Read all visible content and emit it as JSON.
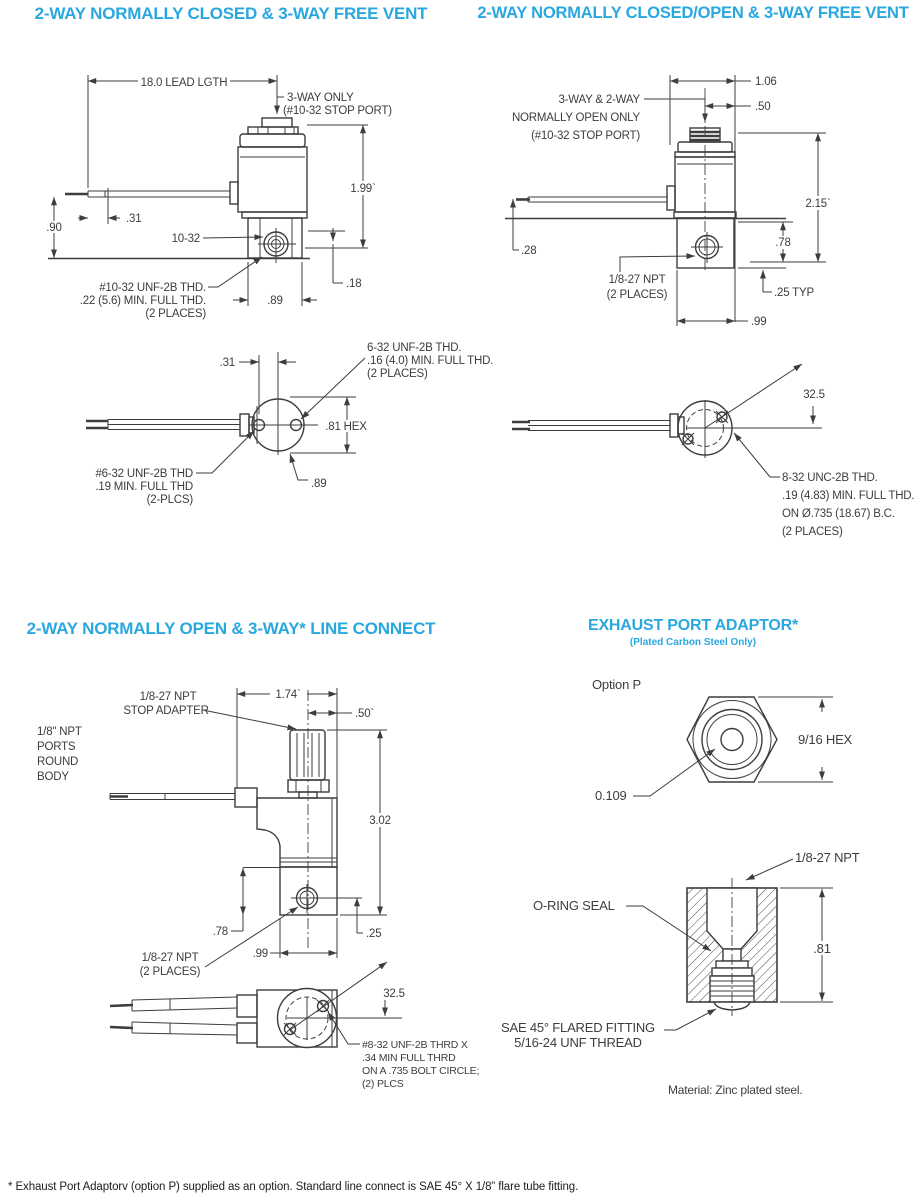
{
  "colors": {
    "accent": "#29a8e0",
    "ink": "#3d3d3d"
  },
  "footnote": "* Exhaust Port Adaptorv (option P) supplied as an option. Standard line connect is SAE 45° X 1/8” flare tube fitting.",
  "top_left": {
    "title": "2-WAY NORMALLY CLOSED & 3-WAY FREE VENT",
    "side": {
      "lead": "18.0 LEAD LGTH",
      "stop1": "3-WAY ONLY",
      "stop2": "(#10-32 STOP PORT)",
      "h199": "1.99`",
      "d90": ".90",
      "d31": ".31",
      "t1032": "10-32",
      "thd1": "#10-32 UNF-2B THD.",
      "thd2": ".22 (5.6) MIN. FULL THD.",
      "thd3": "(2 PLACES)",
      "d89": ".89",
      "d18": ".18"
    },
    "bottom": {
      "d31": ".31",
      "n1": "6-32 UNF-2B THD.",
      "n2": ".16 (4.0) MIN. FULL THD.",
      "n3": "(2 PLACES)",
      "hex": ".81 HEX",
      "t1": "#6-32 UNF-2B THD",
      "t2": ".19 MIN. FULL THD",
      "t3": "(2-PLCS)",
      "d89": ".89"
    }
  },
  "top_right": {
    "title": "2-WAY NORMALLY CLOSED/OPEN & 3-WAY FREE VENT",
    "side": {
      "d106": "1.06",
      "d50": ".50",
      "note1": "3-WAY & 2-WAY",
      "note2": "NORMALLY OPEN ONLY",
      "note3": "(#10-32 STOP PORT)",
      "h215": "2.15`",
      "d28": ".28",
      "d78": ".78",
      "npt1": "1/8-27 NPT",
      "npt2": "(2 PLACES)",
      "d25": ".25 TYP",
      "d99": ".99"
    },
    "bottom": {
      "angle": "32.5",
      "n1": "8-32 UNC-2B THD.",
      "n2": ".19 (4.83) MIN. FULL THD.",
      "n3": "ON Ø.735 (18.67) B.C.",
      "n4": "(2 PLACES)"
    }
  },
  "bottom_left": {
    "title": "2-WAY NORMALLY OPEN & 3-WAY* LINE CONNECT",
    "side": {
      "a1": "1/8-27 NPT",
      "a2": "STOP ADAPTER",
      "p1": "1/8\" NPT",
      "p2": "PORTS",
      "p3": "ROUND",
      "p4": "BODY",
      "d174": "1.74`",
      "d50": ".50`",
      "h302": "3.02",
      "d78": ".78",
      "d25": ".25",
      "d99": ".99",
      "npt1": "1/8-27 NPT",
      "npt2": "(2 PLACES)"
    },
    "bottom": {
      "angle": "32.5",
      "n1": "#8-32 UNF-2B THRD X",
      "n2": ".34 MIN FULL THRD",
      "n3": "ON A .735 BOLT CIRCLE;",
      "n4": "(2) PLCS"
    }
  },
  "bottom_right": {
    "title": "EXHAUST PORT ADAPTOR*",
    "subtitle": "(Plated Carbon Steel Only)",
    "option": "Option P",
    "hex": "9/16 HEX",
    "hole": "0.109",
    "npt": "1/8-27 NPT",
    "oring": "O-RING SEAL",
    "d81": ".81",
    "sae1": "SAE 45° FLARED FITTING",
    "sae2": "5/16-24 UNF THREAD",
    "material": "Material: Zinc plated steel."
  }
}
